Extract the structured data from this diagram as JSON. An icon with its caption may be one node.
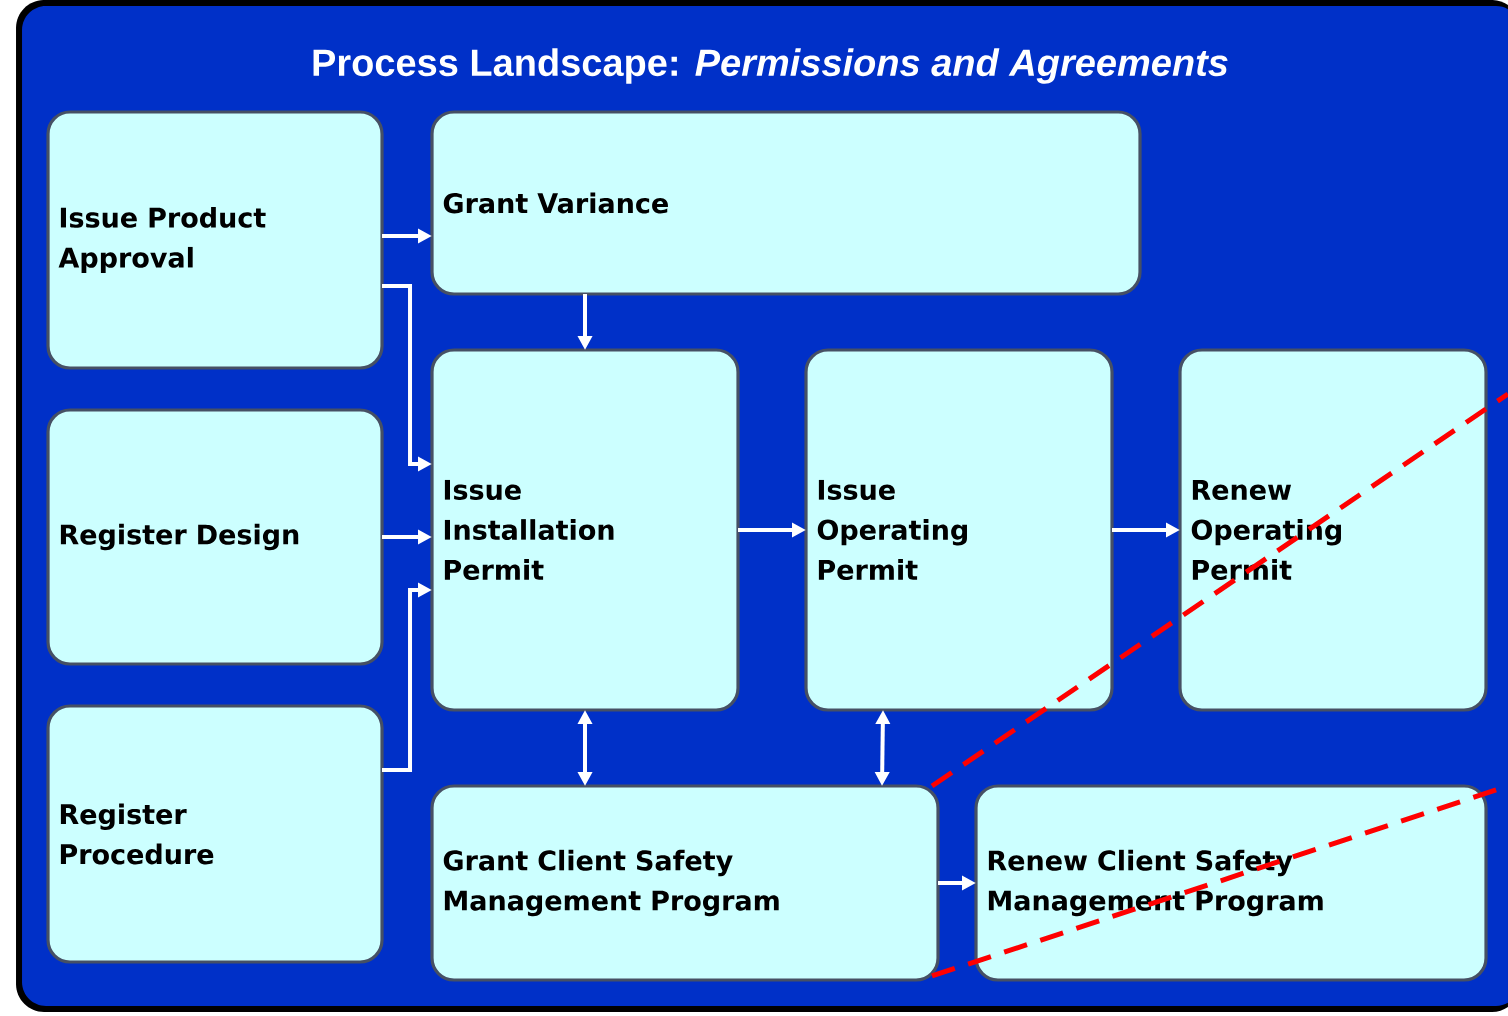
{
  "diagram": {
    "title": "Process Landscape: *Permissions and Agreements*",
    "nodes": [
      {
        "text": [
          "Issue Product Approval"
        ]
      },
      {
        "text": [
          "Grant Variance"
        ]
      },
      {
        "text": [
          "Register Design"
        ]
      },
      {
        "text": [
          "Issue Installation Permit"
        ]
      },
      {
        "text": [
          "Issue Operating Permit"
        ]
      },
      {
        "text": [
          "Renew Operating Permit"
        ]
      },
      {
        "text": [
          "Register Procedure"
        ]
      },
      {
        "text": [
          "Grant Client Safety Management Program"
        ]
      },
      {
        "text": [
          "Renew Client Safety Management Program"
        ]
      }
    ],
    "edges": [
      {
        "from": 0,
        "to": 1,
        "arrow": "to"
      },
      {
        "from": 1,
        "to": 3,
        "arrow": "to"
      },
      {
        "from": 0,
        "to": 3,
        "arrow": "to"
      },
      {
        "from": 2,
        "to": 3,
        "arrow": "to"
      },
      {
        "from": 6,
        "to": 3,
        "arrow": "to"
      },
      {
        "from": 3,
        "to": 4,
        "arrow": "to"
      },
      {
        "from": 4,
        "to": 5,
        "arrow": "to"
      },
      {
        "from": 3,
        "to": 7,
        "arrow": "both"
      },
      {
        "from": 4,
        "to": 7,
        "arrow": "both"
      },
      {
        "from": 7,
        "to": 8,
        "arrow": "to"
      }
    ]
  }
}
